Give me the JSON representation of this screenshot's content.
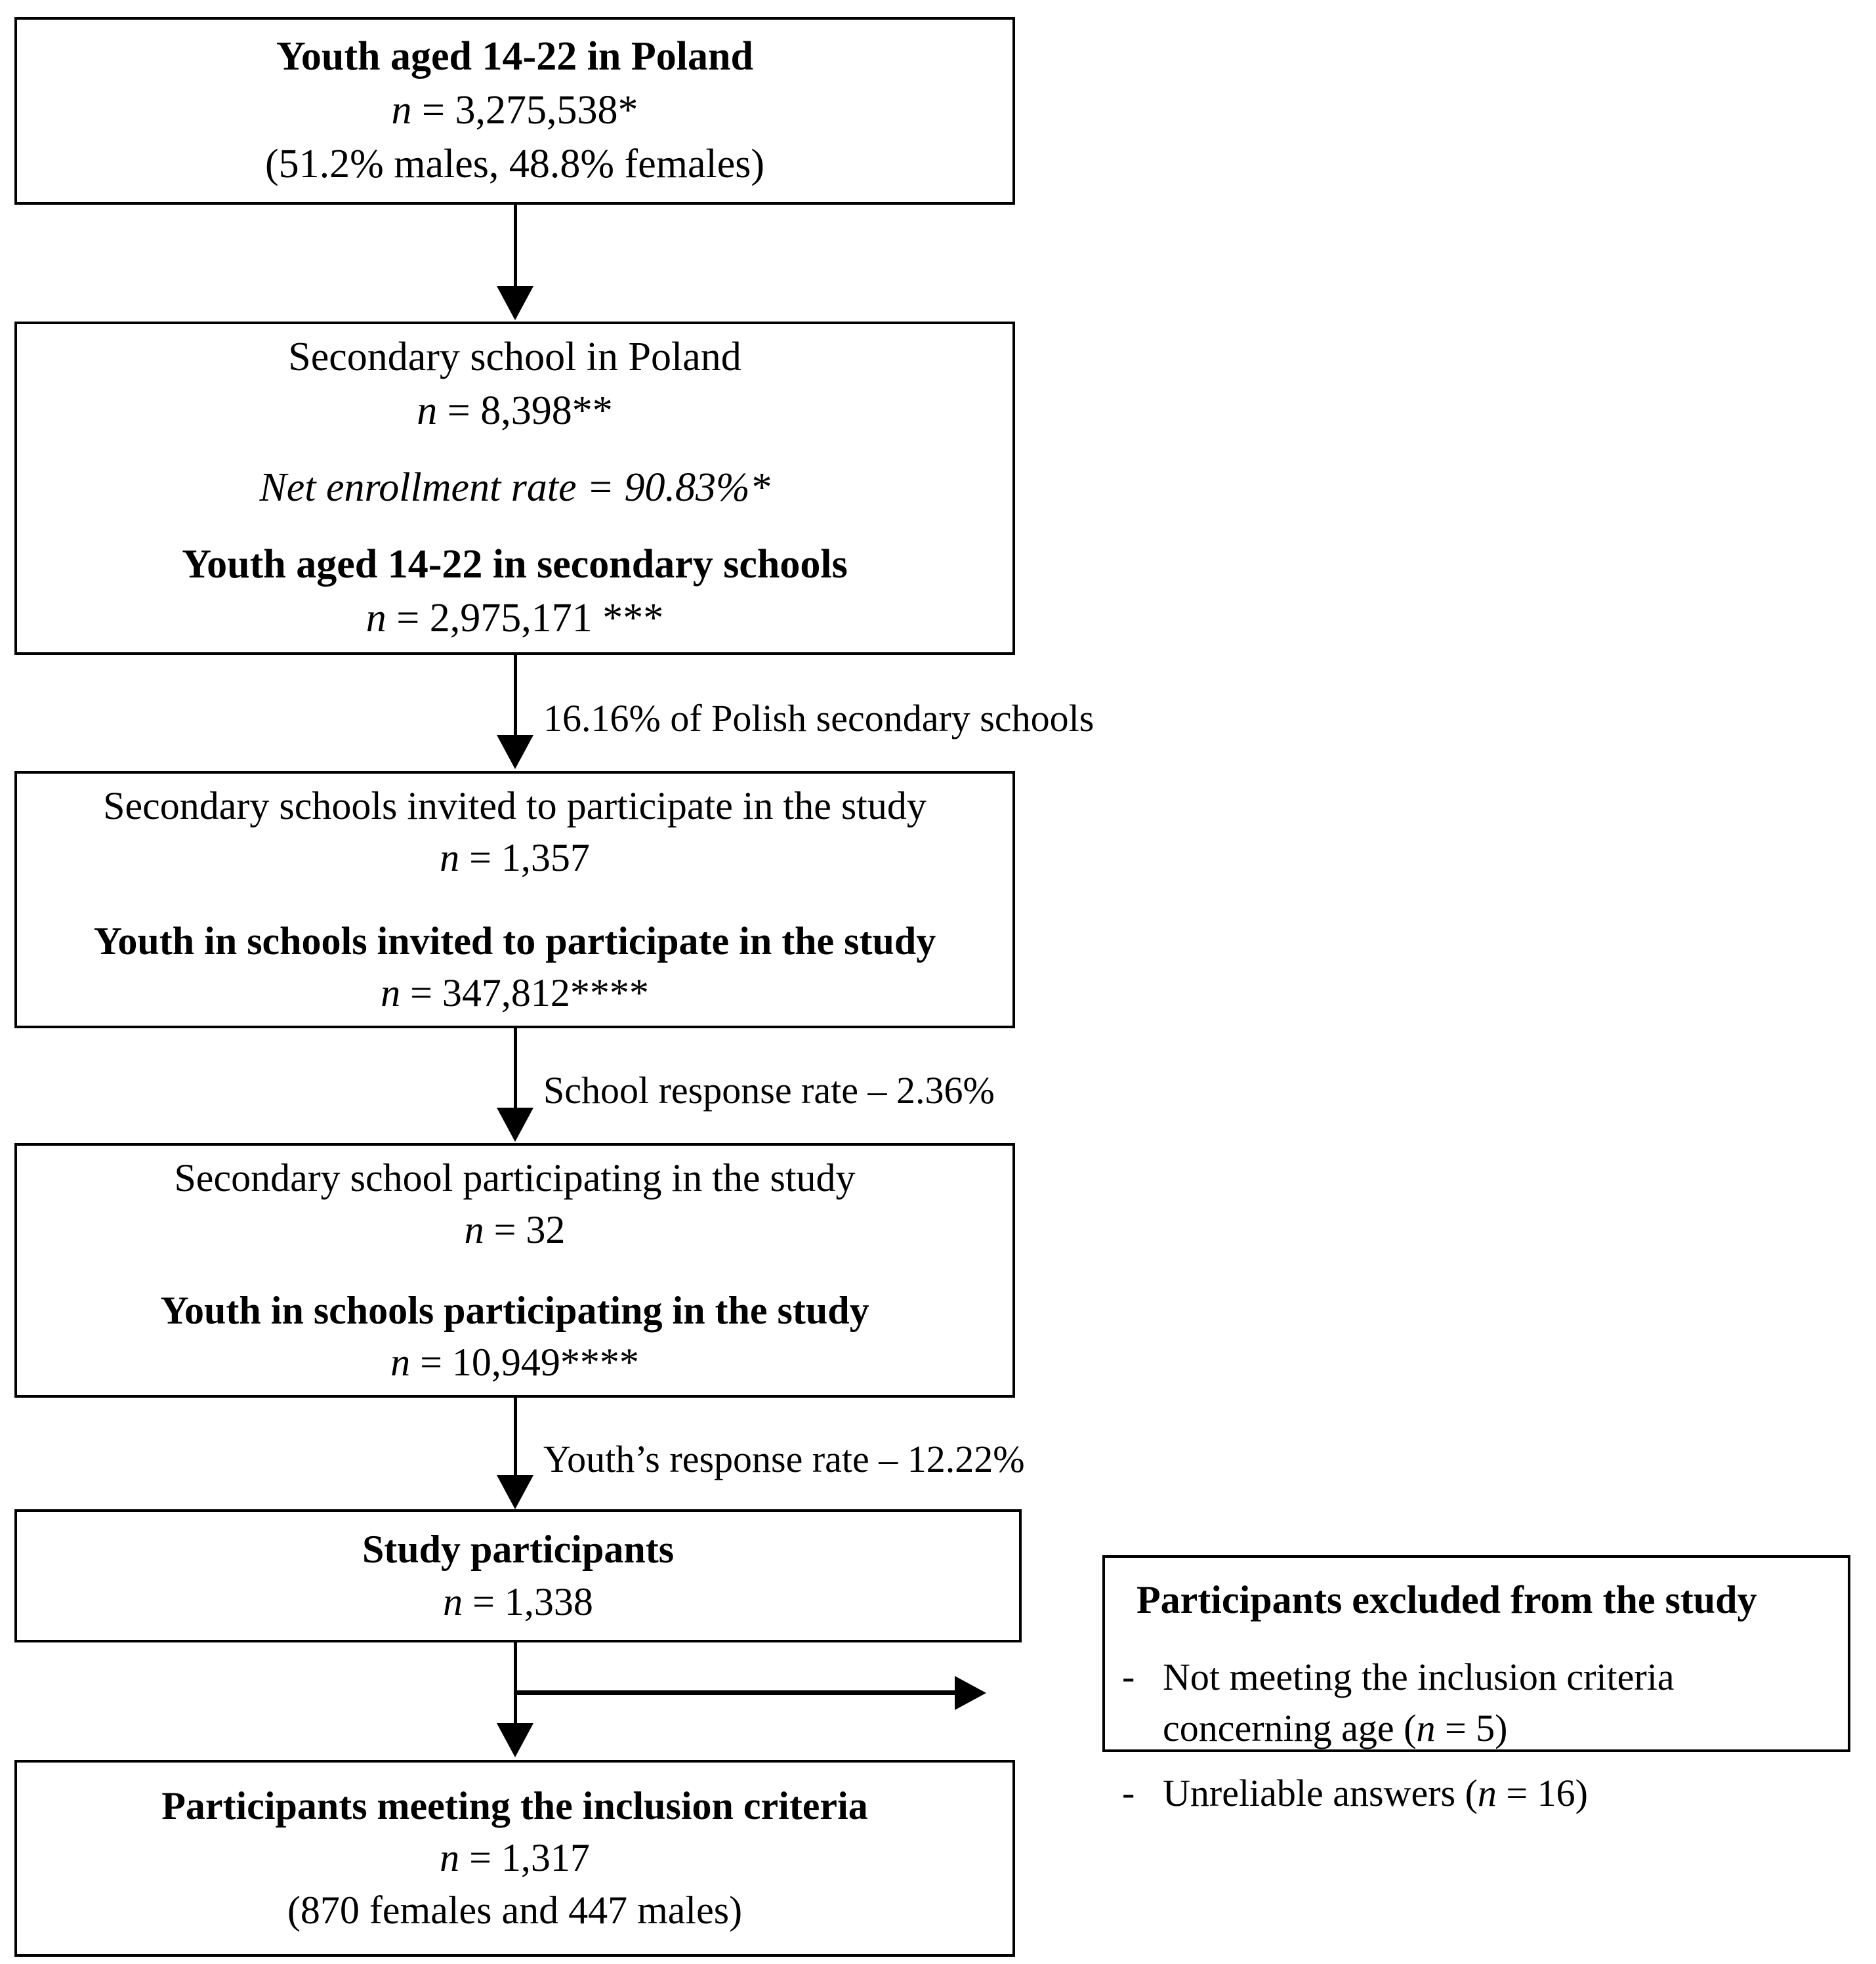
{
  "diagram": {
    "title": "Participant flow diagram",
    "nodes": [
      {
        "id": "population",
        "lines": [
          {
            "text": "Youth aged 14-22 in Poland",
            "style": "bold"
          },
          {
            "text": "n = 3,275,538*",
            "style": "regular-italic-n"
          },
          {
            "text": "(51.2% males, 48.8% females)",
            "style": "regular"
          }
        ]
      },
      {
        "id": "secondary-schools",
        "lines": [
          {
            "text": "Secondary school in Poland",
            "style": "regular"
          },
          {
            "text": "n = 8,398**",
            "style": "regular-italic-n"
          },
          {
            "text": "Net enrollment rate = 90.83%*",
            "style": "italic"
          },
          {
            "text": "Youth aged 14-22 in secondary schools",
            "style": "bold"
          },
          {
            "text": "n = 2,975,171 ***",
            "style": "regular-italic-n"
          }
        ]
      },
      {
        "id": "invited",
        "lines": [
          {
            "text": "Secondary schools invited to participate in the study",
            "style": "regular"
          },
          {
            "text": "n = 1,357",
            "style": "regular-italic-n"
          },
          {
            "text": "Youth in schools invited to participate in the study",
            "style": "bold"
          },
          {
            "text": "n = 347,812****",
            "style": "regular-italic-n"
          }
        ]
      },
      {
        "id": "participating",
        "lines": [
          {
            "text": "Secondary school participating in the study",
            "style": "regular"
          },
          {
            "text": "n = 32",
            "style": "regular-italic-n"
          },
          {
            "text": "Youth in schools participating in the study",
            "style": "bold"
          },
          {
            "text": "n = 10,949****",
            "style": "regular-italic-n"
          }
        ]
      },
      {
        "id": "study-participants",
        "lines": [
          {
            "text": "Study participants",
            "style": "bold"
          },
          {
            "text": "n = 1,338",
            "style": "regular-italic-n"
          }
        ]
      },
      {
        "id": "included",
        "lines": [
          {
            "text": "Participants meeting the inclusion criteria",
            "style": "bold"
          },
          {
            "text": "n = 1,317",
            "style": "regular-italic-n"
          },
          {
            "text": "(870 females and 447 males)",
            "style": "regular"
          }
        ]
      }
    ],
    "node_text": {
      "population": {
        "l1": "Youth aged 14-22 in Poland",
        "l2_n": "n",
        "l2_val": " = 3,275,538*",
        "l3": "(51.2% males, 48.8% females)"
      },
      "secondary_schools": {
        "l1": "Secondary school in Poland",
        "l2_n": "n",
        "l2_val": " = 8,398**",
        "l3": "Net enrollment rate = 90.83%*",
        "l4": "Youth aged 14-22 in secondary schools",
        "l5_n": "n",
        "l5_val": " = 2,975,171 ***"
      },
      "invited": {
        "l1": "Secondary schools invited to participate in the study",
        "l2_n": "n",
        "l2_val": " = 1,357",
        "l3": "Youth in schools invited to participate in the study",
        "l4_n": "n",
        "l4_val": " = 347,812****"
      },
      "participating": {
        "l1": "Secondary school participating in the study",
        "l2_n": "n",
        "l2_val": " = 32",
        "l3": "Youth in schools participating in the study",
        "l4_n": "n",
        "l4_val": " = 10,949****"
      },
      "study_participants": {
        "l1": "Study participants",
        "l2_n": "n",
        "l2_val": " = 1,338"
      },
      "included": {
        "l1": "Participants meeting the inclusion criteria",
        "l2_n": "n",
        "l2_val": " = 1,317",
        "l3": "(870 females and 447 males)"
      }
    },
    "edge_labels": [
      {
        "id": "edge-1-2",
        "text": ""
      },
      {
        "id": "edge-2-3",
        "text": "16.16% of Polish secondary schools"
      },
      {
        "id": "edge-3-4",
        "text": "School response rate – 2.36%"
      },
      {
        "id": "edge-4-5",
        "text": "Youth’s response rate – 12.22%"
      }
    ],
    "edge_text": {
      "schools_pct": "16.16% of Polish secondary schools",
      "school_response": "School response rate – 2.36%",
      "youth_response": "Youth’s response rate – 12.22%"
    },
    "exclusion": {
      "title": "Participants excluded from the study",
      "items": [
        {
          "dash": "-",
          "line1": "Not meeting the inclusion  criteria",
          "line2_pre": "concerning  age (",
          "line2_n": "n",
          "line2_post": " = 5)"
        },
        {
          "dash": "-",
          "line1_pre": "Unreliable  answers (",
          "line1_n": "n",
          "line1_post": " = 16)"
        }
      ]
    },
    "colors": {
      "stroke": "#000000",
      "fill": "#ffffff",
      "text": "#000000"
    }
  }
}
